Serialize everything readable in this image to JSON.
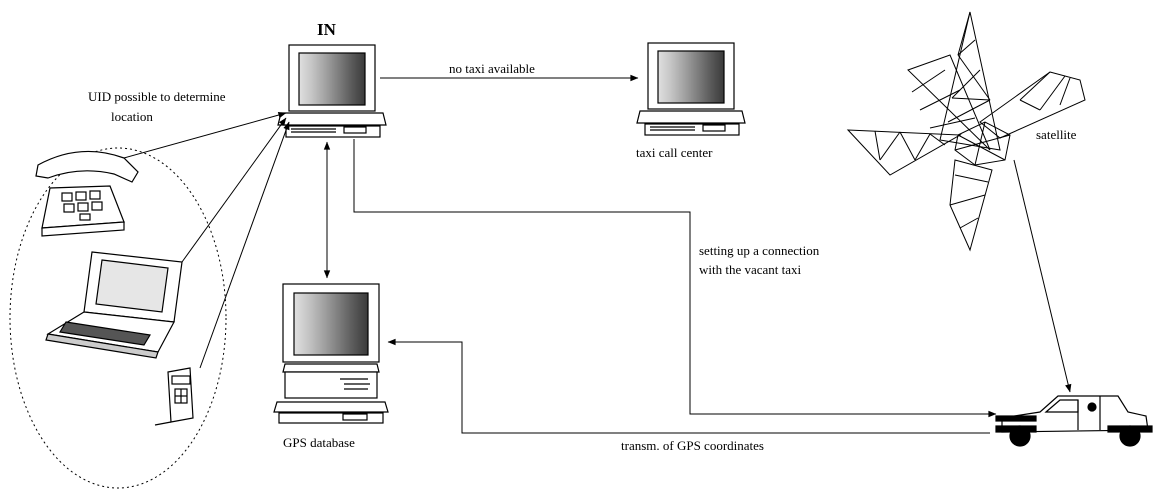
{
  "labels": {
    "in_title": "IN",
    "no_taxi": "no taxi available",
    "uid_line1": "UID possible to determine",
    "uid_line2": "location",
    "call_center": "taxi call center",
    "satellite": "satellite",
    "connection_line1": "setting up a connection",
    "connection_line2": "with the vacant taxi",
    "gps_database": "GPS database",
    "transm": "transm. of GPS coordinates"
  },
  "icons": {
    "in_computer": "desktop-computer-icon",
    "call_center_computer": "desktop-computer-icon",
    "gps_computer": "tower-computer-icon",
    "phone": "desk-telephone-icon",
    "laptop": "laptop-icon",
    "mobile": "mobile-phone-icon",
    "satellite": "satellite-icon",
    "taxi": "taxi-car-icon"
  },
  "colors": {
    "line": "#000000",
    "background": "#ffffff",
    "screen_dark": "#4a4a4a",
    "screen_light": "#d8d8d8"
  }
}
